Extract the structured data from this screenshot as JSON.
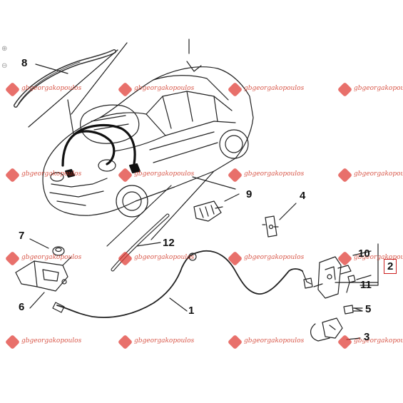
{
  "labels": [
    {
      "id": "8",
      "text": "8"
    },
    {
      "id": "9",
      "text": "9"
    },
    {
      "id": "4",
      "text": "4"
    },
    {
      "id": "7",
      "text": "7"
    },
    {
      "id": "12",
      "text": "12"
    },
    {
      "id": "10",
      "text": "10"
    },
    {
      "id": "2",
      "text": "2"
    },
    {
      "id": "11",
      "text": "11"
    },
    {
      "id": "6",
      "text": "6"
    },
    {
      "id": "1",
      "text": "1"
    },
    {
      "id": "5",
      "text": "5"
    },
    {
      "id": "3",
      "text": "3"
    }
  ],
  "watermark_text": "gbgeorgakopoulos",
  "controls": {
    "zoom_in": "⊕",
    "zoom_out": "⊖"
  },
  "colors": {
    "line": "#222222",
    "watermark": "#d23a2a",
    "highlight_box": "#cc2020"
  }
}
